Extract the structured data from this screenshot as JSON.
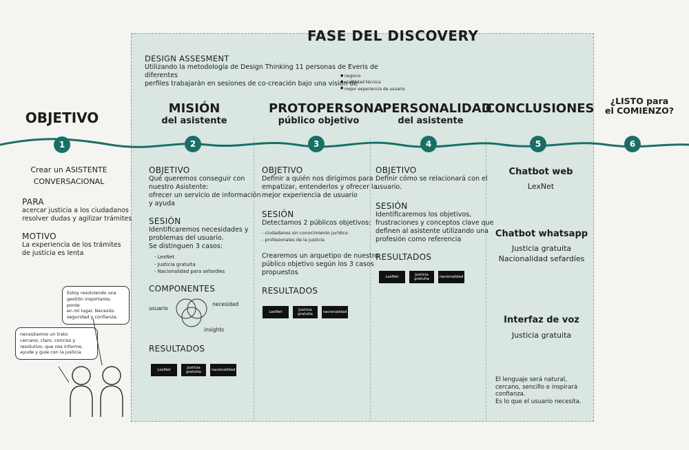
{
  "phase_title": "FASE DEL DISCOVERY",
  "assessment": {
    "title": "DESIGN ASSESMENT",
    "line1": "Utilizando la metodología de Design Thinking 11 personas de Everis de diferentes",
    "line2": "perfiles trabajarán en sesiones de co-creación bajo una visión de",
    "bullets": [
      "negocio",
      "viabilidad técnica",
      "mejor experiencia de usuario"
    ]
  },
  "headers": {
    "objetivo": "OBJETIVO",
    "mision_1": "MISIÓN",
    "mision_2": "del asistente",
    "proto_1": "PROTOPERSONA",
    "proto_2": "público objetivo",
    "pers_1": "PERSONALIDAD",
    "pers_2": "del asistente",
    "concl": "CONCLUSIONES",
    "listo_1": "¿LISTO para",
    "listo_2": "el COMIENZO?"
  },
  "nodes": [
    "1",
    "2",
    "3",
    "4",
    "5",
    "6"
  ],
  "col1": {
    "crear_1": "Crear un ASISTENTE",
    "crear_2": "CONVERSACIONAL",
    "para_title": "PARA",
    "para_1": "acercar justicia a los ciudadanos",
    "para_2": "resolver dudas y agilizar trámites",
    "motivo_title": "MOTIVO",
    "motivo_1": "La experiencia de los trámites",
    "motivo_2": "de justicia es lenta",
    "bubble_right": [
      "Estoy resolviendo una",
      "gestión importante, ponte",
      "en mi lugar. Necesito",
      "seguridad y confianza."
    ],
    "bubble_left": [
      "necesitamos un trato",
      "cercano, claro, conciso y",
      "resolutivo, que nos informe,",
      "ayude y guíe con la justicia"
    ]
  },
  "col2": {
    "objetivo_title": "OBJETIVO",
    "objetivo_lines": [
      "Qué queremos conseguir con",
      "nuestro Asistente:",
      "ofrecer un servicio de información",
      "y ayuda"
    ],
    "sesion_title": "SESIÓN",
    "sesion_lines": [
      "Identificaremos necesidades y",
      "problemas del usuario.",
      "Se distinguen 3 casos:"
    ],
    "cases": [
      "- LexNet",
      "- Justicia gratuita",
      "- Nacionalidad para sefardíes"
    ],
    "componentes_title": "COMPONENTES",
    "venn": {
      "usuario": "usuario",
      "necesidad": "necesidad",
      "insights": "insights"
    },
    "resultados_title": "RESULTADOS",
    "chips": [
      "LexNet",
      "Justicia gratuita",
      "nacionalidad"
    ]
  },
  "col3": {
    "objetivo_title": "OBJETIVO",
    "objetivo_lines": [
      "Definir a quién nos dirigimos para",
      "empatizar, entenderlos y ofrecer la",
      "mejor experiencia de usuario"
    ],
    "sesion_title": "SESIÓN",
    "sesion_line": "Detectamos 2 públicos objetivos:",
    "publicos": [
      "- ciudadanos sin conocimiento jurídico",
      "- profesionales de la justicia"
    ],
    "crearemos_lines": [
      "Crearemos un arquetipo de nuestro",
      "público objetivo según los 3 casos",
      "propuestos"
    ],
    "resultados_title": "RESULTADOS",
    "chips": [
      "LexNet",
      "Justicia gratuita",
      "nacionalidad"
    ]
  },
  "col4": {
    "objetivo_title": "OBJETIVO",
    "objetivo_lines": [
      "Definir cómo se relacionará con el",
      "usuario."
    ],
    "sesion_title": "SESIÓN",
    "sesion_lines": [
      "Identificaremos los objetivos,",
      "frustraciones y conceptos clave que",
      "definen al asistente utilizando una",
      "profesión como referencia"
    ],
    "resultados_title": "RESULTADOS",
    "chips": [
      "LexNet",
      "Justicia gratuita",
      "nacionalidad"
    ]
  },
  "col5": {
    "web_title": "Chatbot web",
    "web_1": "LexNet",
    "wa_title": "Chatbot whatsapp",
    "wa_1": "Justicia gratuita",
    "wa_2": "Nacionalidad sefardíes",
    "voz_title": "Interfaz de voz",
    "voz_1": "Justicia gratuita",
    "final_lines": [
      "El lenguaje será natural,",
      "cercano, sencillo e inspirará",
      "confianza.",
      "Es lo que el usuario necesita."
    ]
  },
  "colors": {
    "panel": "#d9e6e2",
    "node": "#1a6e66",
    "chip": "#111111"
  }
}
